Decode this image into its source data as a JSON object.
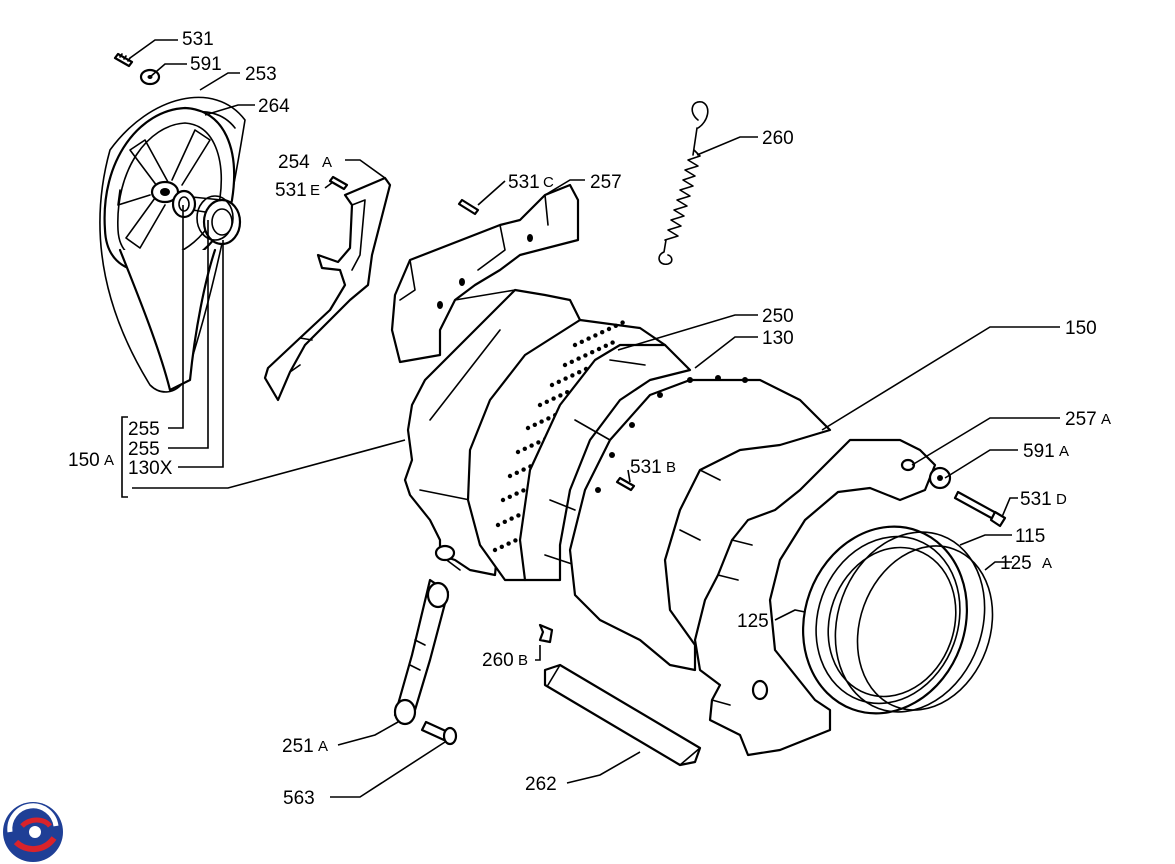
{
  "labels": {
    "l531": "531",
    "l591": "591",
    "l253": "253",
    "l264": "264",
    "l254": "254",
    "l254s": "A",
    "l531e": "531",
    "l531es": "E",
    "l531c": "531",
    "l531cs": "C",
    "l257": "257",
    "l260": "260",
    "l250": "250",
    "l130": "130",
    "l150": "150",
    "l257a": "257",
    "l257as": "A",
    "l591a": "591",
    "l591as": "A",
    "l531b": "531",
    "l531bs": "B",
    "l531d": "531",
    "l531ds": "D",
    "l115": "115",
    "l125a": "125",
    "l125as": "A",
    "l125": "125",
    "l255a": "255",
    "l255b": "255",
    "l130x": "130X",
    "l150a": "150",
    "l150as": "A",
    "l260b": "260",
    "l260bs": "B",
    "l251a": "251",
    "l251as": "A",
    "l563": "563",
    "l262": "262"
  },
  "logo": {
    "icon": "brand-logo-icon",
    "colors": [
      "#1f3f96",
      "#d9232a"
    ]
  }
}
